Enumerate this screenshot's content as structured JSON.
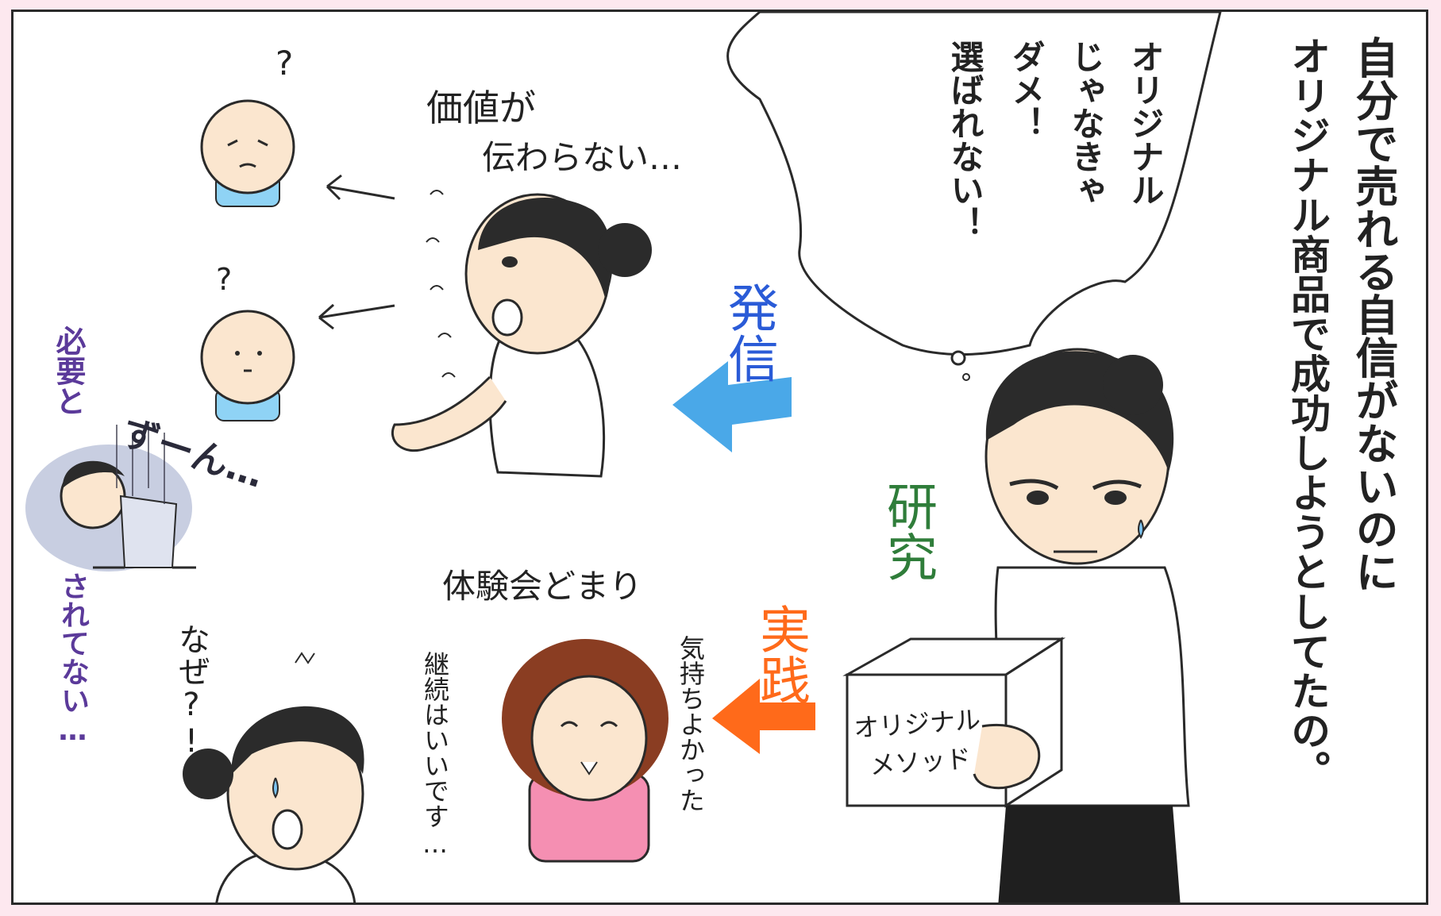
{
  "narration": {
    "line1": "自分で売れる自信がないのに",
    "line2": "オリジナル商品で成功しようとしてたの。"
  },
  "thought_bubble": {
    "lines": [
      "オリジナル",
      "じゃなきゃ",
      "ダメ！",
      "選ばれない！"
    ]
  },
  "box_label": {
    "line1": "オリジナル",
    "line2": "メソッド"
  },
  "labels": {
    "research": "研究",
    "practice": "実践",
    "transmit": "発信"
  },
  "dialogue": {
    "value_line1": "価値が",
    "value_line2": "伝わらない…",
    "trial_only": "体験会どまり",
    "client_line1": "気持ちよかった",
    "client_line2": "継続はいいです…",
    "naze": "なぜ?!",
    "needed_line1": "必要と",
    "needed_line2": "されてない…",
    "zun": "ずーん…",
    "q1": "?",
    "q2": "?"
  },
  "colors": {
    "research": "#2f7d3a",
    "practice": "#ff6a1a",
    "transmit": "#2a5bd7",
    "arrow_blue": "#4aa8e8",
    "arrow_orange": "#ff6a1a",
    "purple": "#5b3a9a",
    "pink": "#f58fb2",
    "light_blue": "#8fd3f5",
    "skin": "#fbe6cf",
    "hair": "#2b2b2b",
    "brown_hair": "#8a3d22"
  }
}
